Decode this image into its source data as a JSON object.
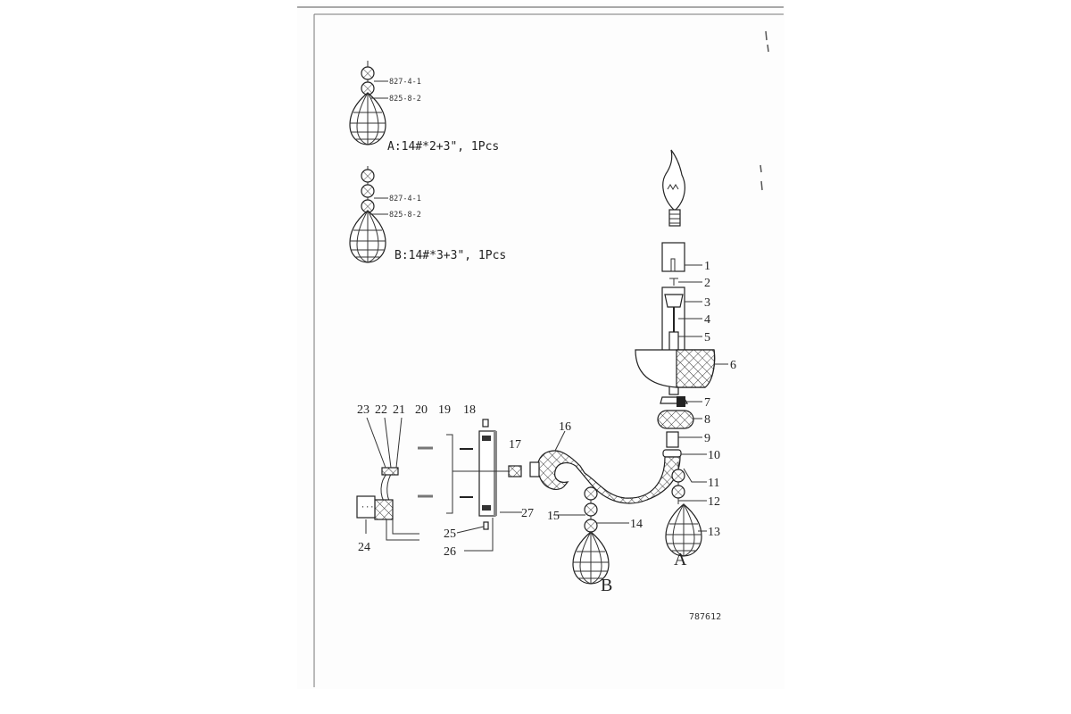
{
  "crystal_sets": [
    {
      "bead_code_1": "827-4-1",
      "bead_code_2": "825-8-2",
      "caption": "A:14#*2+3\", 1Pcs"
    },
    {
      "bead_code_1": "827-4-1",
      "bead_code_2": "825-8-2",
      "caption": "B:14#*3+3\", 1Pcs"
    }
  ],
  "part_labels": [
    "1",
    "2",
    "3",
    "4",
    "5",
    "6",
    "7",
    "8",
    "9",
    "10",
    "11",
    "12",
    "13",
    "14",
    "15",
    "16",
    "17",
    "18",
    "19",
    "20",
    "21",
    "22",
    "23",
    "24",
    "25",
    "26",
    "27"
  ],
  "chain_labels": {
    "a": "A",
    "b": "B"
  },
  "model_number": "787612"
}
